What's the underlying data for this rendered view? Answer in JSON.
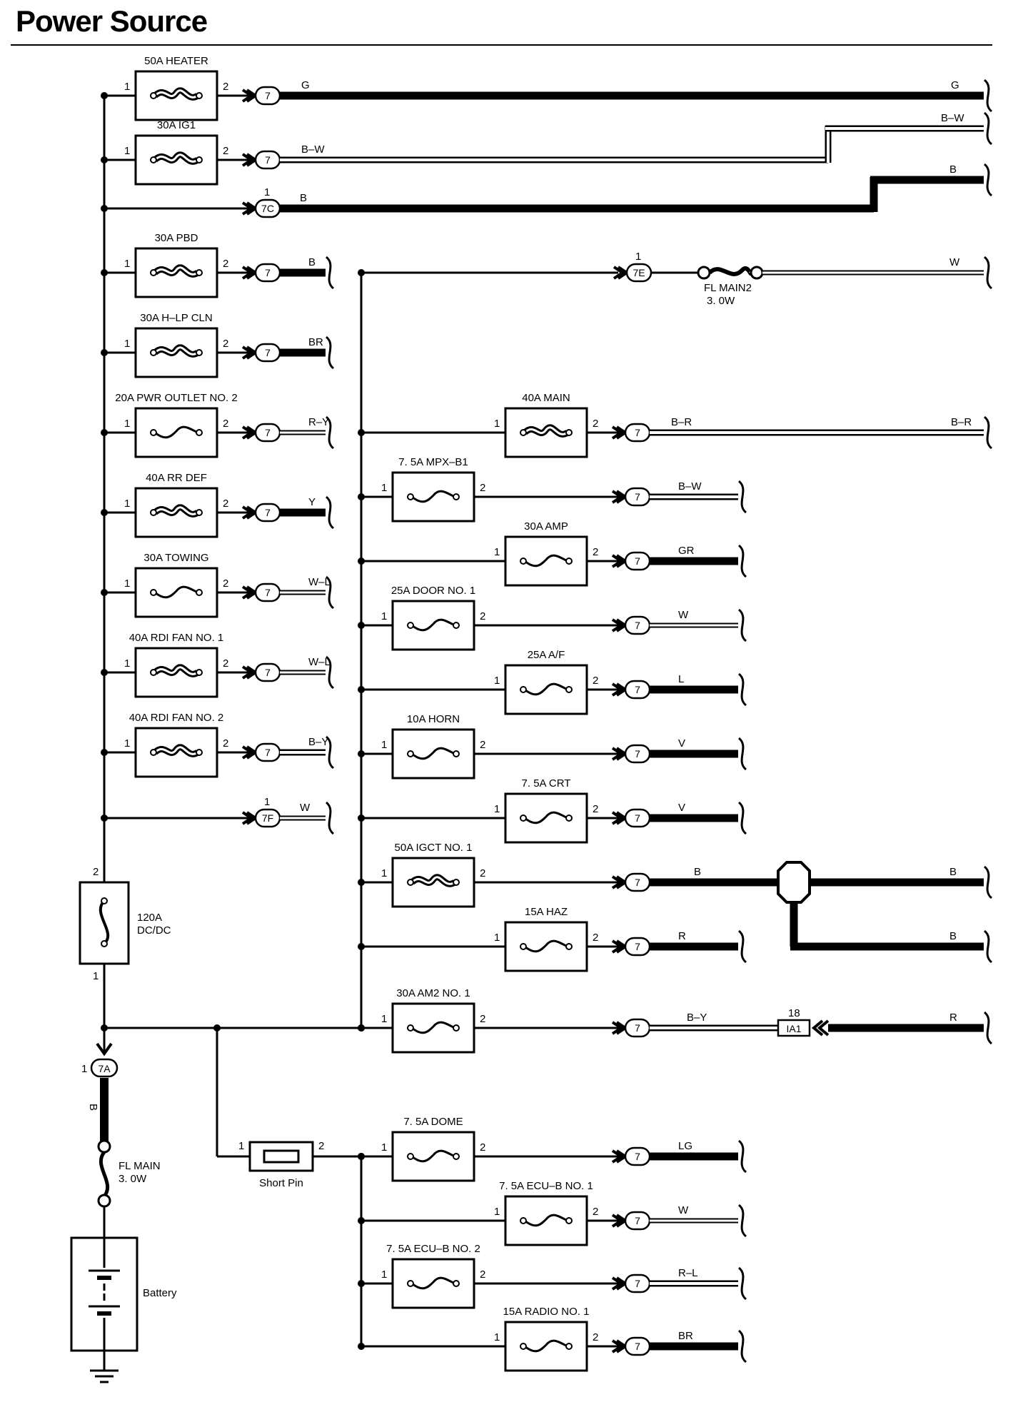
{
  "page": {
    "title": "Power Source"
  },
  "fuses": [
    {
      "id": "f-heater",
      "label": "50A HEATER",
      "type": "heavy",
      "wire": "G",
      "connector": "7"
    },
    {
      "id": "f-ig1",
      "label": "30A IG1",
      "type": "heavy",
      "wire": "B-W",
      "connector": "7"
    },
    {
      "id": "f-pbd",
      "label": "30A PBD",
      "type": "heavy",
      "wire": "B",
      "connector": "7"
    },
    {
      "id": "f-hlp",
      "label": "30A H-LP CLN",
      "type": "heavy",
      "wire": "BR",
      "connector": "7"
    },
    {
      "id": "f-pwr",
      "label": "20A PWR OUTLET NO. 2",
      "type": "light",
      "wire": "R-Y",
      "connector": "7"
    },
    {
      "id": "f-rrdef",
      "label": "40A RR DEF",
      "type": "heavy",
      "wire": "Y",
      "connector": "7"
    },
    {
      "id": "f-towing",
      "label": "30A TOWING",
      "type": "light",
      "wire": "W-L",
      "connector": "7"
    },
    {
      "id": "f-rdi1",
      "label": "40A RDI FAN NO. 1",
      "type": "heavy",
      "wire": "W-L",
      "connector": "7"
    },
    {
      "id": "f-rdi2",
      "label": "40A RDI FAN NO. 2",
      "type": "heavy",
      "wire": "B-Y",
      "connector": "7"
    },
    {
      "id": "f-main",
      "label": "40A MAIN",
      "type": "heavy",
      "wire": "B-R",
      "connector": "7"
    },
    {
      "id": "f-mpx",
      "label": "7. 5A MPX-B1",
      "type": "light",
      "wire": "B-W",
      "connector": "7"
    },
    {
      "id": "f-amp",
      "label": "30A AMP",
      "type": "light",
      "wire": "GR",
      "connector": "7"
    },
    {
      "id": "f-door",
      "label": "25A DOOR NO. 1",
      "type": "light",
      "wire": "W",
      "connector": "7"
    },
    {
      "id": "f-af",
      "label": "25A A/F",
      "type": "light",
      "wire": "L",
      "connector": "7"
    },
    {
      "id": "f-horn",
      "label": "10A HORN",
      "type": "light",
      "wire": "V",
      "connector": "7"
    },
    {
      "id": "f-crt",
      "label": "7. 5A CRT",
      "type": "light",
      "wire": "V",
      "connector": "7"
    },
    {
      "id": "f-igct",
      "label": "50A IGCT NO. 1",
      "type": "heavy",
      "wire": "B",
      "connector": "7"
    },
    {
      "id": "f-haz",
      "label": "15A HAZ",
      "type": "light",
      "wire": "R",
      "connector": "7"
    },
    {
      "id": "f-am2",
      "label": "30A AM2 NO. 1",
      "type": "light",
      "wire": "B-Y",
      "connector": "7"
    },
    {
      "id": "f-dome",
      "label": "7. 5A DOME",
      "type": "light",
      "wire": "LG",
      "connector": "7"
    },
    {
      "id": "f-ecub1",
      "label": "7. 5A ECU-B NO. 1",
      "type": "light",
      "wire": "W",
      "connector": "7"
    },
    {
      "id": "f-ecub2",
      "label": "7. 5A ECU-B NO. 2",
      "type": "light",
      "wire": "R-L",
      "connector": "7"
    },
    {
      "id": "f-radio",
      "label": "15A RADIO NO. 1",
      "type": "light",
      "wire": "BR",
      "connector": "7"
    }
  ],
  "pins": {
    "in": "1",
    "out": "2"
  },
  "far_wire_labels": {
    "heater": "G",
    "ig1": "B-W",
    "c7c": "B",
    "main2": "W",
    "main": "B-R",
    "igct_top": "B",
    "igct_bottom": "B",
    "am2": "R"
  },
  "connectors": {
    "c7c": "7C",
    "c7c_pin": "1",
    "c7c_wire": "B",
    "c7f": "7F",
    "c7f_pin": "1",
    "c7f_wire": "W",
    "c7e": "7E",
    "c7e_pin": "1",
    "c7a": "7A",
    "c7a_pin": "1",
    "c7a_wire": "B",
    "ia1": "IA1",
    "ia1_pin": "18"
  },
  "fl_main2": {
    "name": "FL MAIN2",
    "rating": "3. 0W"
  },
  "fl_main": {
    "name": "FL MAIN",
    "rating": "3. 0W"
  },
  "dcdc": {
    "name": "120A",
    "name2": "DC/DC",
    "pin_top": "2",
    "pin_bottom": "1"
  },
  "short_pin": {
    "label": "Short Pin",
    "pin1": "1",
    "pin2": "2"
  },
  "battery": {
    "label": "Battery"
  }
}
